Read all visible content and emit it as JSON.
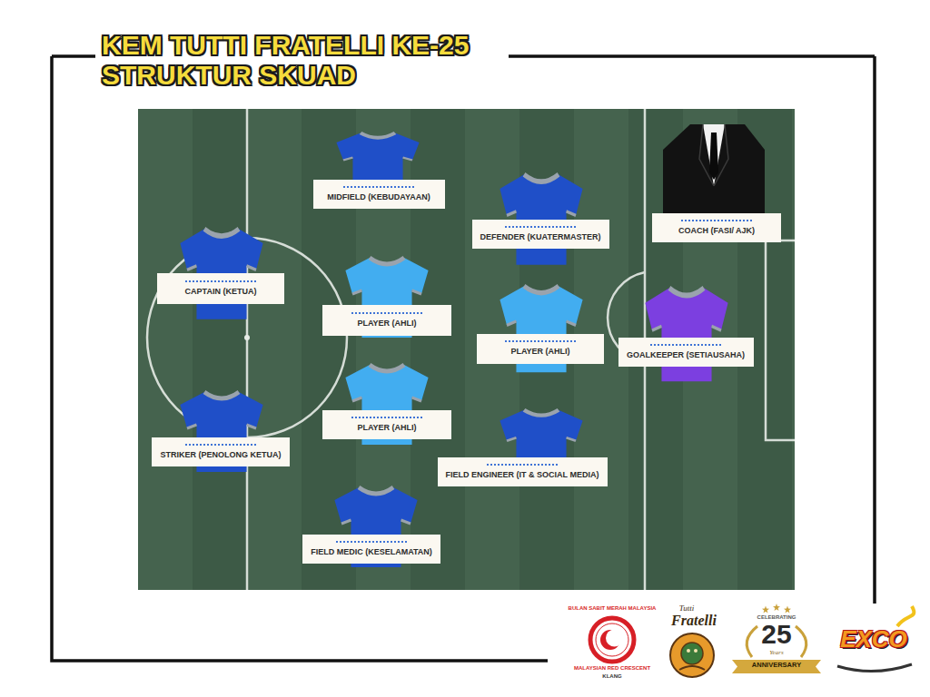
{
  "diagram": {
    "title": "KEM TUTTI FRATELLI KE-25 STRUKTUR SKUAD",
    "nodes": [
      {
        "text": [
          "MIDFIELD (KEBUDAYAAN)"
        ]
      },
      {
        "text": [
          "DEFENDER (KUATERMASTER)"
        ]
      },
      {
        "text": [
          "COACH (FASI/ AJK)"
        ]
      },
      {
        "text": [
          "CAPTAIN (KETUA)"
        ]
      },
      {
        "text": [
          "PLAYER (AHLI)"
        ]
      },
      {
        "text": [
          "PLAYER (AHLI)"
        ]
      },
      {
        "text": [
          "GOALKEEPER (SETIAUSAHA)"
        ]
      },
      {
        "text": [
          "PLAYER (AHLI)"
        ]
      },
      {
        "text": [
          "STRIKER (PENOLONG KETUA)"
        ]
      },
      {
        "text": [
          "FIELD ENGINEER (IT & SOCIAL MEDIA)"
        ]
      },
      {
        "text": [
          "FIELD MEDIC (KESELAMATAN)"
        ]
      }
    ],
    "labels": [
      "BULAN SABIT MERAH MALAYSIA",
      "MALAYSIAN RED CRESCENT",
      "KLANG",
      "Tutti",
      "Fratelli",
      "CELEBRATING",
      "25",
      "Years",
      "ANNIVERSARY",
      "EXCO"
    ]
  }
}
